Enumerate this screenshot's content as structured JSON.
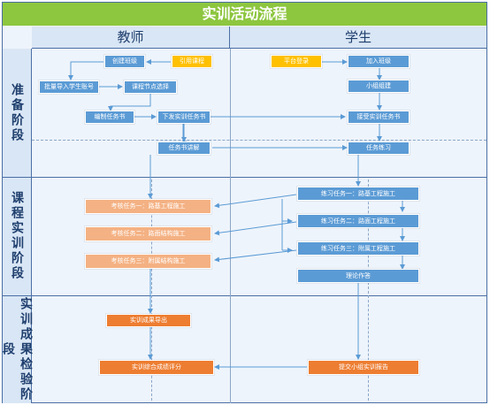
{
  "title": "实训活动流程",
  "columns": {
    "teacher": "教师",
    "student": "学生"
  },
  "stages": {
    "prep": "准备阶段",
    "class": "课程实训阶段",
    "check": "实训成果检验阶段"
  },
  "boxes": {
    "create_class": "创建班级",
    "teacher_course": "引用课程",
    "batch_import": "批量导入学生账号",
    "course_node": "课程节点选择",
    "write_task": "编制任务书",
    "issue_task": "下发实训任务书",
    "task_explain": "任务书讲解",
    "platform_login": "平台登录",
    "join_class": "加入班级",
    "group_build": "小组组建",
    "receive_task": "接受实训任务书",
    "task_practice": "任务练习",
    "assess1": "考核任务一：路基工程施工",
    "assess2": "考核任务二：路面结构施工",
    "assess3": "考核任务三：附属结构施工",
    "practice1": "练习任务一：路基工程施工",
    "practice2": "练习任务二：路面工程施工",
    "practice3": "练习任务三：附属工程施工",
    "theory_hw": "理论作答",
    "export_result": "实训成果导出",
    "overall_score": "实训综合成绩评分",
    "submit_report": "提交小组实训报告"
  },
  "colors": {
    "border": "#4a6fa5",
    "blue": "#5b9bd5",
    "yellow": "#ffc000",
    "peach": "#f4b183",
    "orange": "#ed7d31",
    "title_bar": "#8dc63f"
  }
}
